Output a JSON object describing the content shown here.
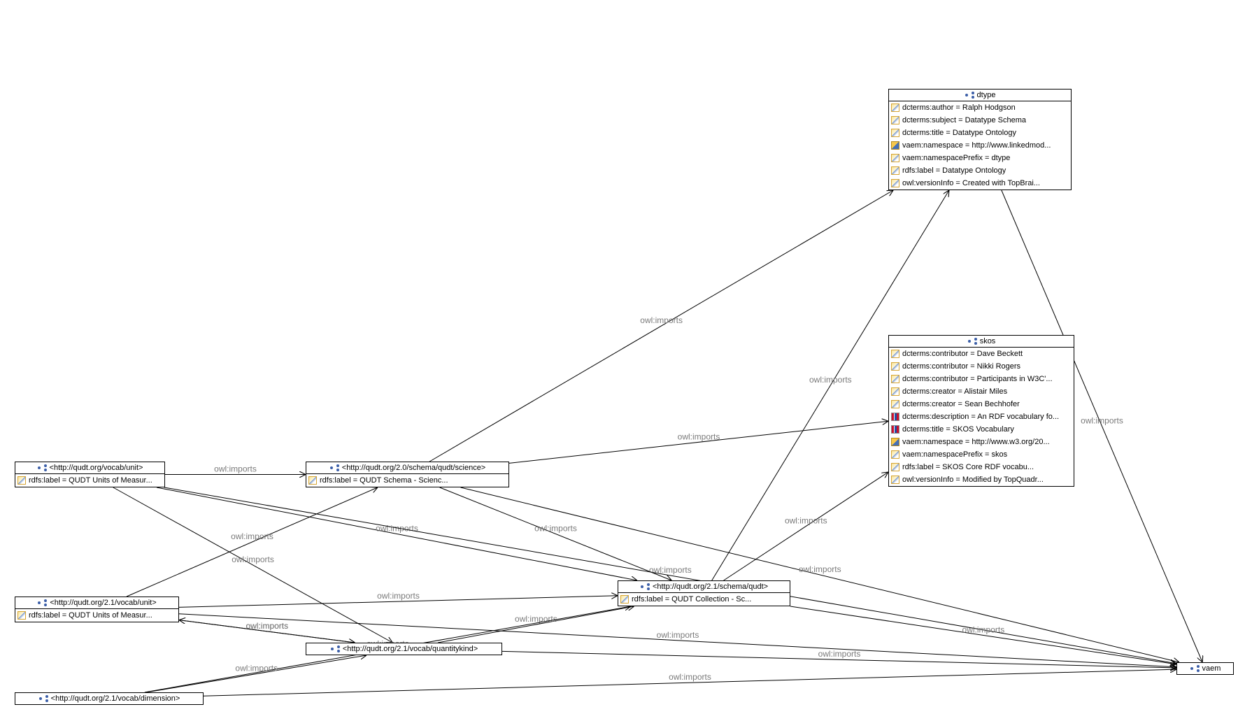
{
  "edge_label": "owl:imports",
  "nodes": {
    "dtype": {
      "title": "dtype",
      "props": [
        "dcterms:author = Ralph Hodgson",
        "dcterms:subject = Datatype Schema",
        "dcterms:title = Datatype Ontology",
        "vaem:namespace = http://www.linkedmod...",
        "vaem:namespacePrefix = dtype",
        "rdfs:label = Datatype Ontology",
        "owl:versionInfo = Created with TopBrai..."
      ]
    },
    "skos": {
      "title": "skos",
      "props": [
        "dcterms:contributor = Dave Beckett",
        "dcterms:contributor = Nikki Rogers",
        "dcterms:contributor = Participants in W3C'...",
        "dcterms:creator = Alistair Miles",
        "dcterms:creator = Sean Bechhofer",
        "dcterms:description = An RDF vocabulary fo...",
        "dcterms:title = SKOS Vocabulary",
        "vaem:namespace = http://www.w3.org/20...",
        "vaem:namespacePrefix = skos",
        "rdfs:label = SKOS Core RDF vocabu...",
        "owl:versionInfo = Modified by TopQuadr..."
      ]
    },
    "unit20": {
      "title": "<http://qudt.org/vocab/unit>",
      "props": [
        "rdfs:label = QUDT Units of Measur..."
      ]
    },
    "science": {
      "title": "<http://qudt.org/2.0/schema/qudt/science>",
      "props": [
        "rdfs:label = QUDT Schema - Scienc..."
      ]
    },
    "qudt21": {
      "title": "<http://qudt.org/2.1/schema/qudt>",
      "props": [
        "rdfs:label = QUDT Collection - Sc..."
      ]
    },
    "unit21": {
      "title": "<http://qudt.org/2.1/vocab/unit>",
      "props": [
        "rdfs:label = QUDT Units of Measur..."
      ]
    },
    "quantitykind": {
      "title": "<http://qudt.org/2.1/vocab/quantitykind>",
      "props": []
    },
    "dimension": {
      "title": "<http://qudt.org/2.1/vocab/dimension>",
      "props": []
    },
    "vaem": {
      "title": "vaem",
      "props": []
    }
  },
  "edges": [
    {
      "from": "science",
      "to": "dtype"
    },
    {
      "from": "qudt21",
      "to": "dtype"
    },
    {
      "from": "dtype",
      "to": "vaem"
    },
    {
      "from": "science",
      "to": "skos"
    },
    {
      "from": "qudt21",
      "to": "skos"
    },
    {
      "from": "unit20",
      "to": "science"
    },
    {
      "from": "unit20",
      "to": "qudt21"
    },
    {
      "from": "unit20",
      "to": "quantitykind"
    },
    {
      "from": "unit20",
      "to": "vaem"
    },
    {
      "from": "science",
      "to": "qudt21"
    },
    {
      "from": "science",
      "to": "vaem"
    },
    {
      "from": "unit21",
      "to": "science"
    },
    {
      "from": "unit21",
      "to": "qudt21"
    },
    {
      "from": "unit21",
      "to": "quantitykind"
    },
    {
      "from": "unit21",
      "to": "vaem"
    },
    {
      "from": "quantitykind",
      "to": "qudt21"
    },
    {
      "from": "quantitykind",
      "to": "vaem"
    },
    {
      "from": "quantitykind",
      "to": "unit21"
    },
    {
      "from": "qudt21",
      "to": "vaem"
    },
    {
      "from": "dimension",
      "to": "qudt21"
    },
    {
      "from": "dimension",
      "to": "quantitykind"
    },
    {
      "from": "dimension",
      "to": "vaem"
    }
  ]
}
